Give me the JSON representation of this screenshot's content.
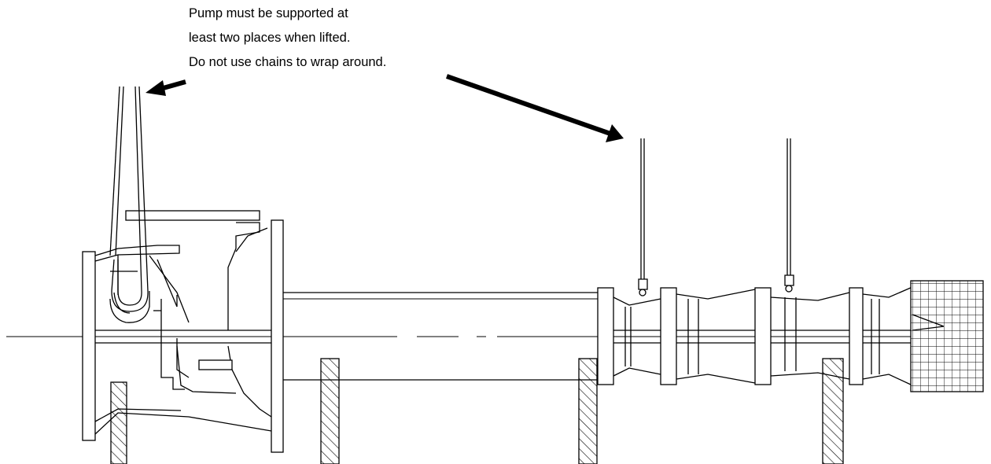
{
  "caption": {
    "line1": "Pump must be supported at",
    "line2": "least two places when lifted.",
    "line3": "Do not use chains to wrap around."
  },
  "colors": {
    "ink": "#000000",
    "background": "#ffffff"
  }
}
